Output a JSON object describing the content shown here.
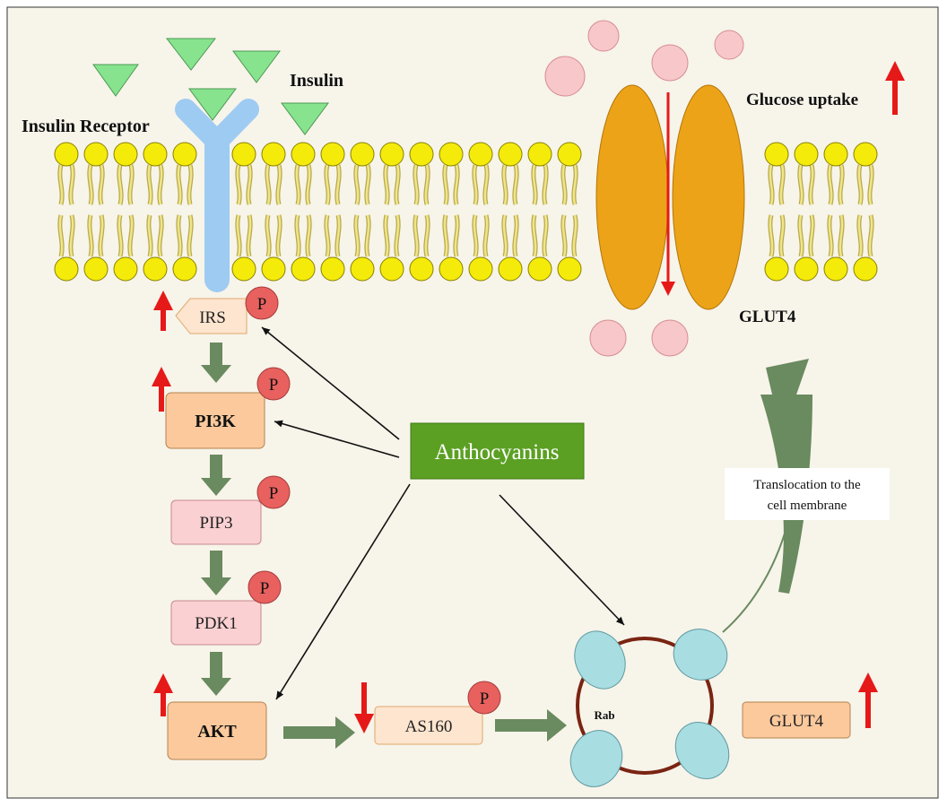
{
  "labels": {
    "insulin": "Insulin",
    "insulin_receptor": "Insulin Receptor",
    "glucose_uptake": "Glucose uptake",
    "glut4_membrane": "GLUT4",
    "anthocyanins": "Anthocyanins",
    "translocation_line1": "Translocation to the",
    "translocation_line2": "cell membrane",
    "rab": "Rab",
    "phospho": "P"
  },
  "pathway": {
    "irs": "IRS",
    "pi3k": "PI3K",
    "pip3": "PIP3",
    "pdk1": "PDK1",
    "akt": "AKT",
    "as160": "AS160",
    "glut4_vesicle": "GLUT4"
  },
  "colors": {
    "background": "#f7f4ea",
    "membrane_head": "#f5eb0a",
    "receptor": "#9ecbf2",
    "insulin": "#88e38f",
    "glut4_channel": "#eda317",
    "glucose": "#f8c7c9",
    "phospho": "#e8615e",
    "up_arrow": "#e61919",
    "pathway_arrow": "#6a8a5f",
    "anthocyanins": "#5ba023",
    "vesicle_ring": "#7a2412",
    "vesicle_protein": "#a8dde2",
    "box_orange": "#fbc99c",
    "box_pink": "#fbd0d2",
    "box_light": "#fde5cf"
  }
}
